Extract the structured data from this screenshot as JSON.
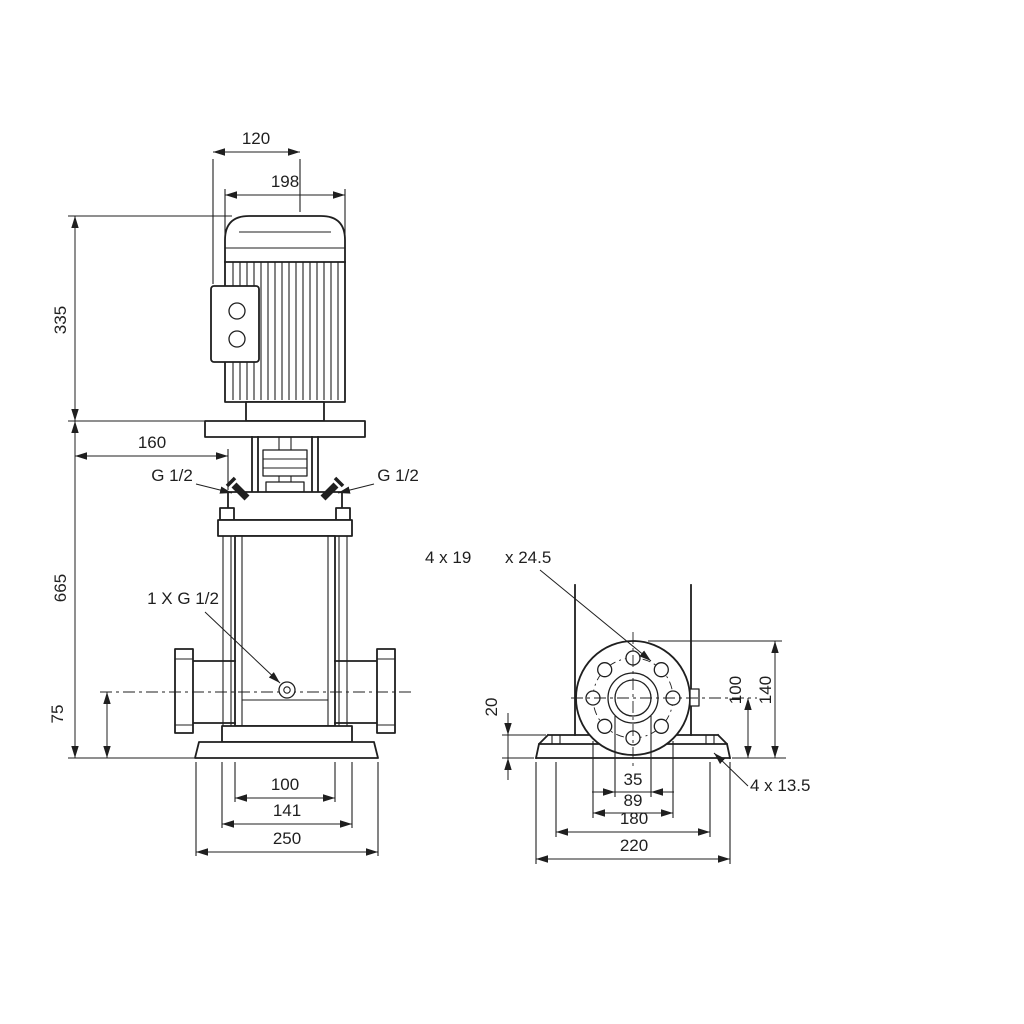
{
  "colors": {
    "background": "#ffffff",
    "line": "#1f1f1f"
  },
  "front_view": {
    "dim_terminal_face": "120",
    "dim_motor_width": "198",
    "dim_motor_height": "335",
    "dim_160": "160",
    "dim_pump_height": "665",
    "label_port_left": "G 1/2",
    "label_port_right": "G 1/2",
    "label_drain": "1 X G 1/2",
    "dim_port_height": "75",
    "dim_chamber": "100",
    "dim_bolt_span": "141",
    "dim_base_width": "250"
  },
  "side_view": {
    "label_flange_holes": "4 x 19",
    "label_flange_cbore": "x 24.5",
    "dim_plate_thickness": "20",
    "dim_port_center_height": "100",
    "dim_flange_top_height": "140",
    "dim_bore": "35",
    "dim_bolt_circle": "89",
    "dim_base_hole_span": "180",
    "dim_base_width": "220",
    "label_base_holes": "4 x 13.5"
  }
}
